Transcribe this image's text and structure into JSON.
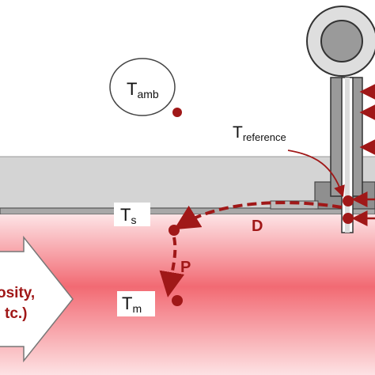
{
  "labels": {
    "t_amb_main": "T",
    "t_amb_sub": "amb",
    "t_ref_main": "T",
    "t_ref_sub": "reference",
    "t_s_main": "T",
    "t_s_sub": "s",
    "t_m_main": "T",
    "t_m_sub": "m",
    "d_label": "D",
    "p_label": "P",
    "arrow_line1": "osity,",
    "arrow_line2": "tc.)"
  },
  "colors": {
    "accent_red": "#a01818",
    "ground_gray": "#d4d4d4",
    "pipe_wall_gray": "#a8a8a8",
    "fluid_pink": "#f26a73"
  }
}
